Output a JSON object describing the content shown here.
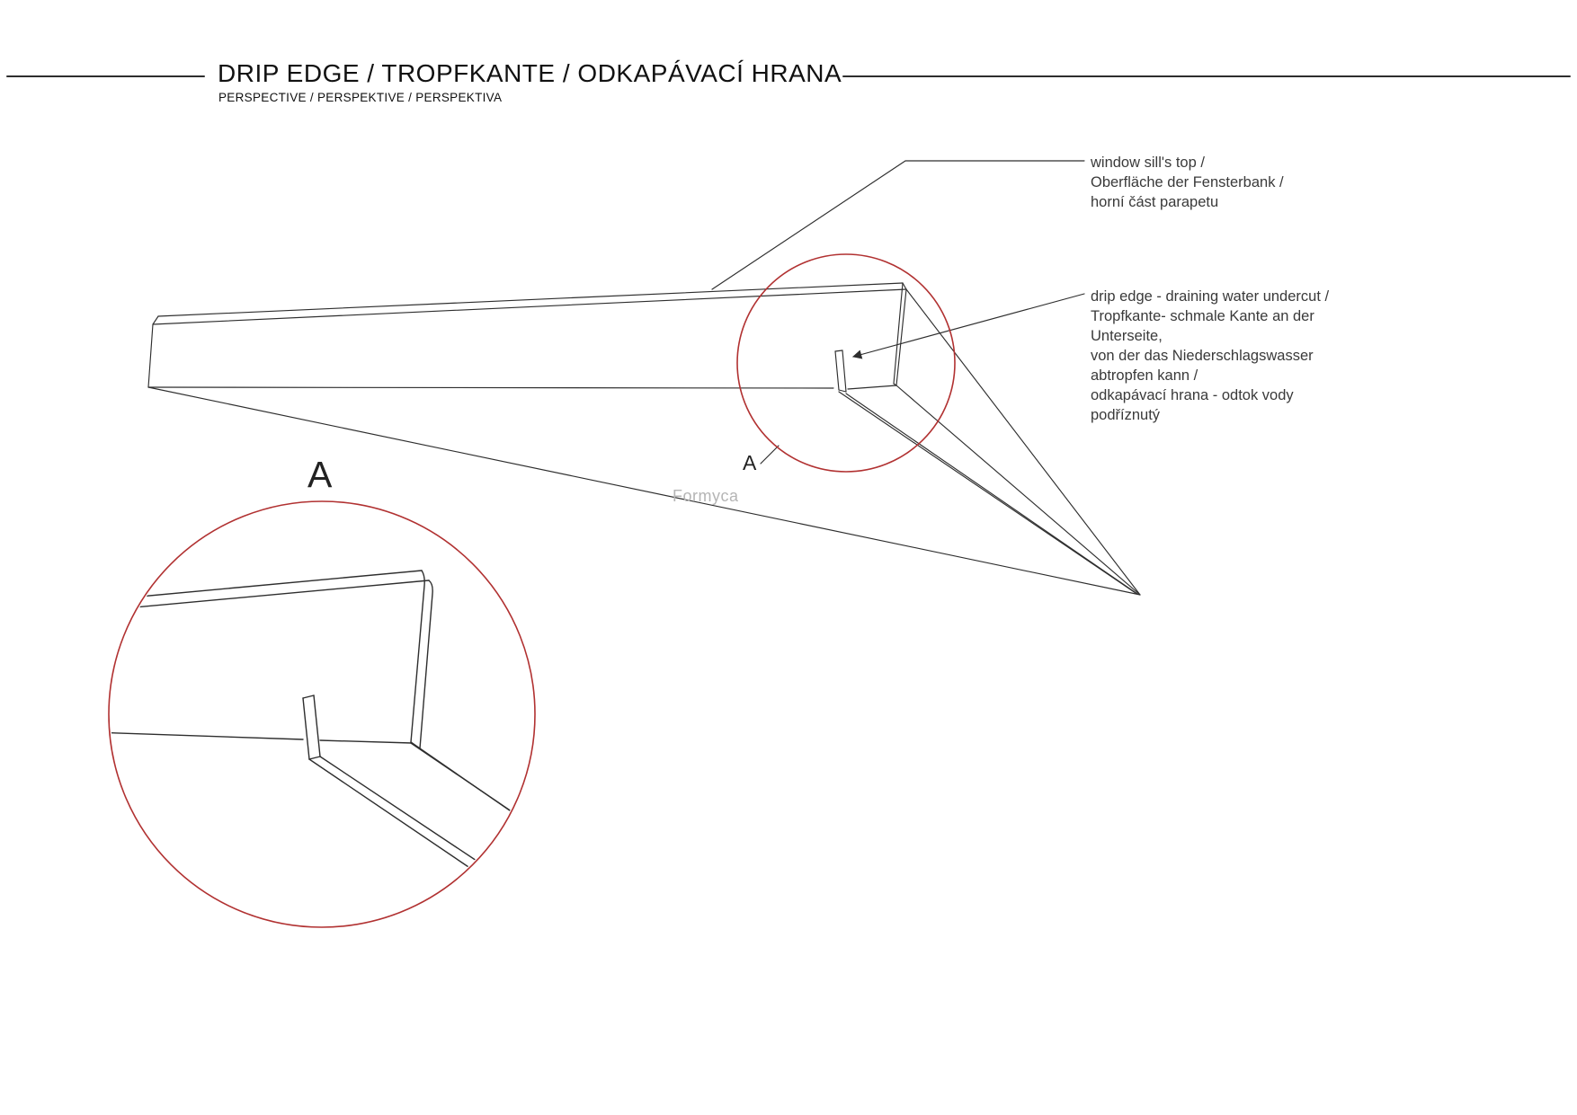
{
  "colors": {
    "accent_red": "#b13131",
    "line": "#2e2e2e",
    "text": "#3a3a3a",
    "watermark": "#b5b5b5"
  },
  "header": {
    "title": "DRIP EDGE / TROPFKANTE / ODKAPÁVACÍ HRANA",
    "subtitle": "PERSPECTIVE / PERSPEKTIVE / PERSPEKTIVA"
  },
  "annotations": {
    "window_sill_top": "window sill's top /\nOberfläche der Fensterbank /\nhorní část parapetu",
    "drip_edge": "drip edge - draining water undercut /\nTropfkante- schmale Kante an der\nUnterseite,\nvon der das Niederschlagswasser\nabtropfen kann /\nodkapávací hrana - odtok vody\npodříznutý"
  },
  "labels": {
    "detail_marker": "A",
    "detail_title": "A",
    "watermark": "Formyca"
  }
}
